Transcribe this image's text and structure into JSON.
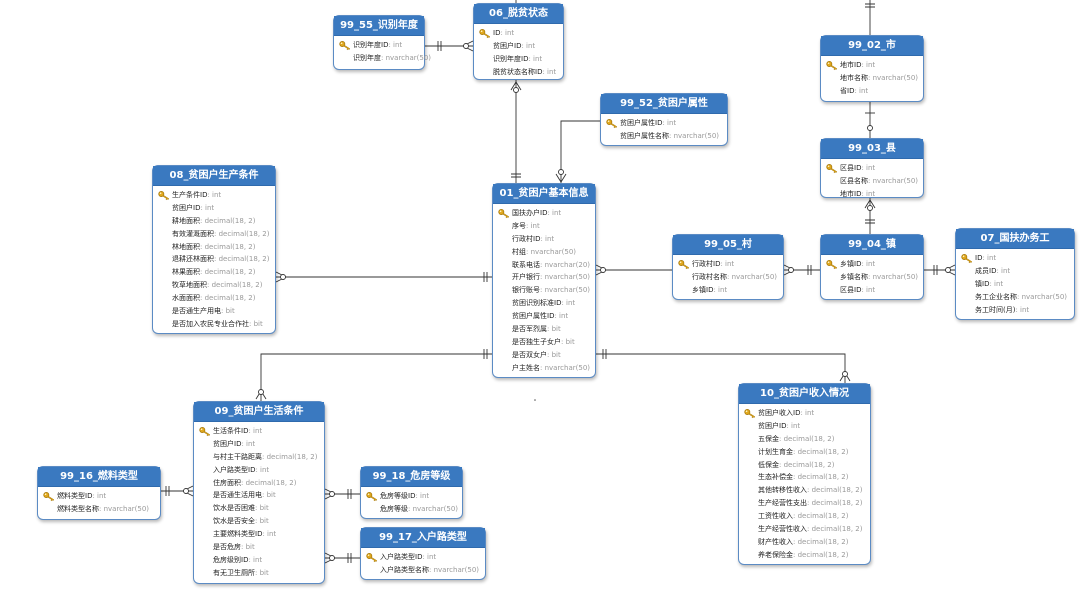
{
  "entities": {
    "t99_55": {
      "title": "99_55_识别年度",
      "fields": [
        {
          "name": "识别年度ID",
          "type": ": int",
          "pk": true
        },
        {
          "name": "识别年度",
          "type": ": nvarchar(50)"
        }
      ]
    },
    "t06": {
      "title": "06_脱贫状态",
      "fields": [
        {
          "name": "ID",
          "type": ": int",
          "pk": true
        },
        {
          "name": "贫困户ID",
          "type": ": int"
        },
        {
          "name": "识别年度ID",
          "type": ": int"
        },
        {
          "name": "脱贫状态名称ID",
          "type": ": int"
        }
      ]
    },
    "t99_52": {
      "title": "99_52_贫困户属性",
      "fields": [
        {
          "name": "贫困户属性ID",
          "type": ": int",
          "pk": true
        },
        {
          "name": "贫困户属性名称",
          "type": ": nvarchar(50)"
        }
      ]
    },
    "t99_02": {
      "title": "99_02_市",
      "fields": [
        {
          "name": "地市ID",
          "type": ": int",
          "pk": true
        },
        {
          "name": "地市名称",
          "type": ": nvarchar(50)"
        },
        {
          "name": "省ID",
          "type": ": int"
        }
      ]
    },
    "t99_03": {
      "title": "99_03_县",
      "fields": [
        {
          "name": "区县ID",
          "type": ": int",
          "pk": true
        },
        {
          "name": "区县名称",
          "type": ": nvarchar(50)"
        },
        {
          "name": "地市ID",
          "type": ": int"
        }
      ]
    },
    "t08": {
      "title": "08_贫困户生产条件",
      "fields": [
        {
          "name": "生产条件ID",
          "type": ": int",
          "pk": true
        },
        {
          "name": "贫困户ID",
          "type": ": int"
        },
        {
          "name": "耕地面积",
          "type": ": decimal(18, 2)"
        },
        {
          "name": "有效灌溉面积",
          "type": ": decimal(18, 2)"
        },
        {
          "name": "林地面积",
          "type": ": decimal(18, 2)"
        },
        {
          "name": "退耕还林面积",
          "type": ": decimal(18, 2)"
        },
        {
          "name": "林果面积",
          "type": ": decimal(18, 2)"
        },
        {
          "name": "牧草地面积",
          "type": ": decimal(18, 2)"
        },
        {
          "name": "水面面积",
          "type": ": decimal(18, 2)"
        },
        {
          "name": "是否通生产用电",
          "type": ": bit"
        },
        {
          "name": "是否加入农民专业合作社",
          "type": ": bit"
        }
      ]
    },
    "t01": {
      "title": "01_贫困户基本信息",
      "fields": [
        {
          "name": "国扶办户ID",
          "type": ": int",
          "pk": true
        },
        {
          "name": "序号",
          "type": ": int"
        },
        {
          "name": "行政村ID",
          "type": ": int"
        },
        {
          "name": "村组",
          "type": ": nvarchar(50)"
        },
        {
          "name": "联系电话",
          "type": ": nvarchar(20)"
        },
        {
          "name": "开户银行",
          "type": ": nvarchar(50)"
        },
        {
          "name": "银行账号",
          "type": ": nvarchar(50)"
        },
        {
          "name": "贫困识别标准ID",
          "type": ": int"
        },
        {
          "name": "贫困户属性ID",
          "type": ": int"
        },
        {
          "name": "是否军烈属",
          "type": ": bit"
        },
        {
          "name": "是否独生子女户",
          "type": ": bit"
        },
        {
          "name": "是否双女户",
          "type": ": bit"
        },
        {
          "name": "户主姓名",
          "type": ": nvarchar(50)"
        }
      ]
    },
    "t99_05": {
      "title": "99_05_村",
      "fields": [
        {
          "name": "行政村ID",
          "type": ": int",
          "pk": true
        },
        {
          "name": "行政村名称",
          "type": ": nvarchar(50)"
        },
        {
          "name": "乡镇ID",
          "type": ": int"
        }
      ]
    },
    "t99_04": {
      "title": "99_04_镇",
      "fields": [
        {
          "name": "乡镇ID",
          "type": ": int",
          "pk": true
        },
        {
          "name": "乡镇名称",
          "type": ": nvarchar(50)"
        },
        {
          "name": "区县ID",
          "type": ": int"
        }
      ]
    },
    "t07": {
      "title": "07_国扶办务工",
      "fields": [
        {
          "name": "ID",
          "type": ": int",
          "pk": true
        },
        {
          "name": "成员ID",
          "type": ": int"
        },
        {
          "name": "镇ID",
          "type": ": int"
        },
        {
          "name": "务工企业名称",
          "type": ": nvarchar(50)"
        },
        {
          "name": "务工时间(月)",
          "type": ": int"
        }
      ]
    },
    "t09": {
      "title": "09_贫困户生活条件",
      "fields": [
        {
          "name": "生活条件ID",
          "type": ": int",
          "pk": true
        },
        {
          "name": "贫困户ID",
          "type": ": int"
        },
        {
          "name": "与村主干路距离",
          "type": ": decimal(18, 2)"
        },
        {
          "name": "入户路类型ID",
          "type": ": int"
        },
        {
          "name": "住房面积",
          "type": ": decimal(18, 2)"
        },
        {
          "name": "是否通生活用电",
          "type": ": bit"
        },
        {
          "name": "饮水是否困难",
          "type": ": bit"
        },
        {
          "name": "饮水是否安全",
          "type": ": bit"
        },
        {
          "name": "主要燃料类型ID",
          "type": ": int"
        },
        {
          "name": "是否危房",
          "type": ": bit"
        },
        {
          "name": "危房级别ID",
          "type": ": int"
        },
        {
          "name": "有无卫生厕所",
          "type": ": bit"
        }
      ]
    },
    "t99_16": {
      "title": "99_16_燃料类型",
      "fields": [
        {
          "name": "燃料类型ID",
          "type": ": int",
          "pk": true
        },
        {
          "name": "燃料类型名称",
          "type": ": nvarchar(50)"
        }
      ]
    },
    "t99_18": {
      "title": "99_18_危房等级",
      "fields": [
        {
          "name": "危房等级ID",
          "type": ": int",
          "pk": true
        },
        {
          "name": "危房等级",
          "type": ": nvarchar(50)"
        }
      ]
    },
    "t99_17": {
      "title": "99_17_入户路类型",
      "fields": [
        {
          "name": "入户路类型ID",
          "type": ": int",
          "pk": true
        },
        {
          "name": "入户路类型名称",
          "type": ": nvarchar(50)"
        }
      ]
    },
    "t10": {
      "title": "10_贫困户收入情况",
      "fields": [
        {
          "name": "贫困户收入ID",
          "type": ": int",
          "pk": true
        },
        {
          "name": "贫困户ID",
          "type": ": int"
        },
        {
          "name": "五保金",
          "type": ": decimal(18, 2)"
        },
        {
          "name": "计划生育金",
          "type": ": decimal(18, 2)"
        },
        {
          "name": "低保金",
          "type": ": decimal(18, 2)"
        },
        {
          "name": "生态补偿金",
          "type": ": decimal(18, 2)"
        },
        {
          "name": "其他转移性收入",
          "type": ": decimal(18, 2)"
        },
        {
          "name": "生产经营性支出",
          "type": ": decimal(18, 2)"
        },
        {
          "name": "工资性收入",
          "type": ": decimal(18, 2)"
        },
        {
          "name": "生产经营性收入",
          "type": ": decimal(18, 2)"
        },
        {
          "name": "财产性收入",
          "type": ": decimal(18, 2)"
        },
        {
          "name": "养老保险金",
          "type": ": decimal(18, 2)"
        }
      ]
    }
  }
}
